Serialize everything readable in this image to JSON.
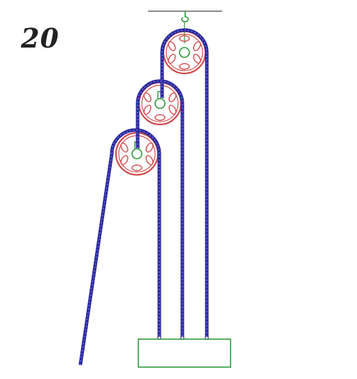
{
  "page_number": "20",
  "colors": {
    "rope_dark": "#2a2a9c",
    "rope_light": "#6b6be0",
    "pulley": "#d24a4a",
    "hub_and_frame": "#2e9a3a",
    "ceiling": "#444444",
    "hook": "#2e9a3a"
  },
  "figure": {
    "pulley_count": 3,
    "supporting_rope_count": 3
  }
}
